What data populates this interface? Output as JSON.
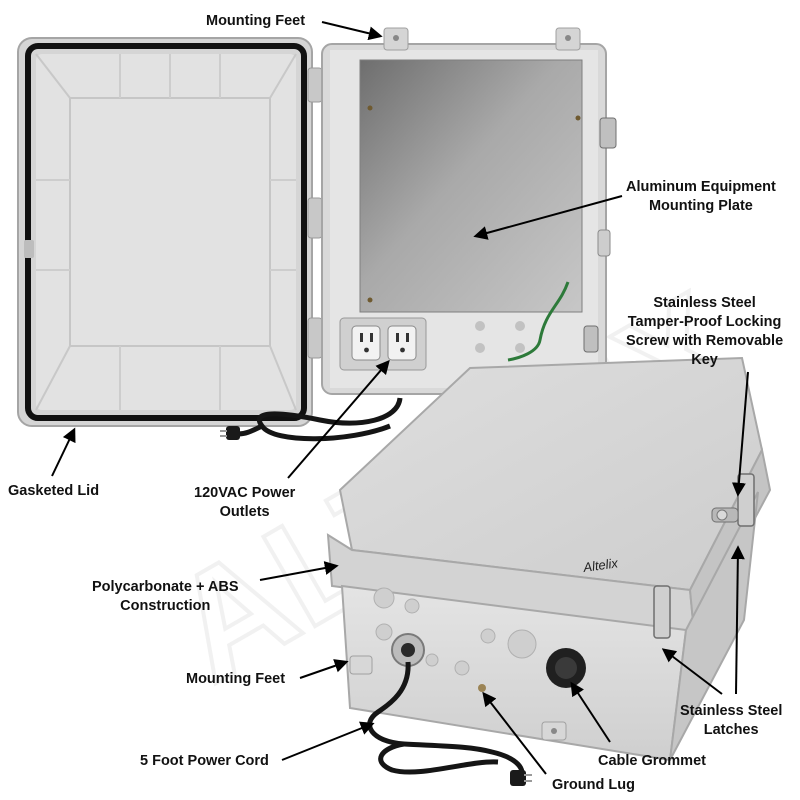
{
  "brand": {
    "logo_text": "Altelix",
    "watermark_text": "ALTELIX"
  },
  "colors": {
    "enclosure_body": "#dcdcdc",
    "enclosure_shadow": "#b9b9b9",
    "gasket": "#111111",
    "mounting_plate": "#9a9a9a",
    "cord": "#151515",
    "label_text": "#111111"
  },
  "callouts": {
    "mounting_feet_top": "Mounting Feet",
    "aluminum_plate_line1": "Aluminum Equipment",
    "aluminum_plate_line2": "Mounting Plate",
    "locking_screw_line1": "Stainless Steel",
    "locking_screw_line2": "Tamper-Proof Locking",
    "locking_screw_line3": "Screw with Removable",
    "locking_screw_line4": "Key",
    "gasketed_lid": "Gasketed Lid",
    "power_outlets_line1": "120VAC Power",
    "power_outlets_line2": "Outlets",
    "construction_line1": "Polycarbonate + ABS",
    "construction_line2": "Construction",
    "mounting_feet_bottom": "Mounting Feet",
    "latches_line1": "Stainless Steel",
    "latches_line2": "Latches",
    "power_cord": "5 Foot Power Cord",
    "cable_grommet": "Cable Grommet",
    "ground_lug": "Ground Lug"
  }
}
